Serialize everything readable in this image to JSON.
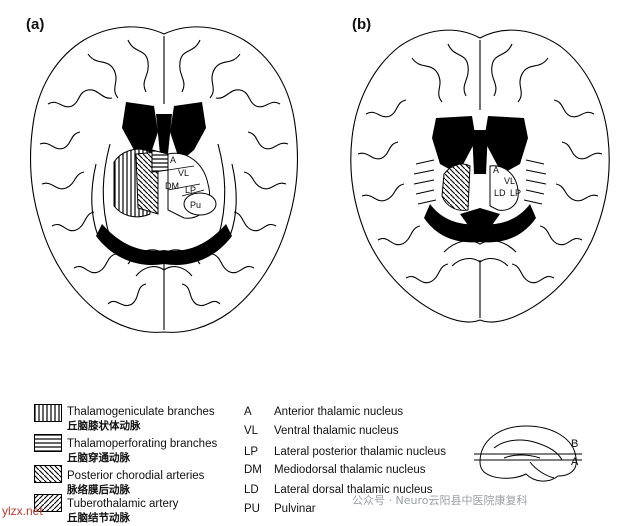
{
  "panels": {
    "a": "(a)",
    "b": "(b)"
  },
  "nuclei_labels_a": {
    "A": "A",
    "VL": "VL",
    "DM": "DM",
    "LP": "LP",
    "Pu": "Pu"
  },
  "nuclei_labels_b": {
    "A": "A",
    "VL": "VL",
    "LD": "LD",
    "LP": "LP"
  },
  "legend": [
    {
      "pattern": "vertical-lines",
      "label": "Thalamogeniculate branches",
      "label_cn": "丘脑膝状体动脉"
    },
    {
      "pattern": "horizontal-lines",
      "label": "Thalamoperforating branches",
      "label_cn": "丘脑穿通动脉"
    },
    {
      "pattern": "diagonal-backslash",
      "label": "Posterior chorodial arteries",
      "label_cn": "脉络膜后动脉"
    },
    {
      "pattern": "diagonal-slash",
      "label": "Tuberothalamic artery",
      "label_cn": "丘脑结节动脉"
    }
  ],
  "abbreviations": [
    {
      "abbr": "A",
      "name": "Anterior thalamic nucleus"
    },
    {
      "abbr": "VL",
      "name": "Ventral thalamic nucleus"
    },
    {
      "abbr": "LP",
      "name": "Lateral posterior thalamic nucleus"
    },
    {
      "abbr": "DM",
      "name": "Mediodorsal thalamic nucleus"
    },
    {
      "abbr": "LD",
      "name": "Lateral dorsal thalamic nucleus"
    },
    {
      "abbr": "PU",
      "name": "Pulvinar"
    }
  ],
  "inset": {
    "label_b": "B",
    "label_a": "A"
  },
  "watermark": {
    "text": "公众号 · Neuro云阳县中医院康复科"
  },
  "site": "ylzx.net"
}
